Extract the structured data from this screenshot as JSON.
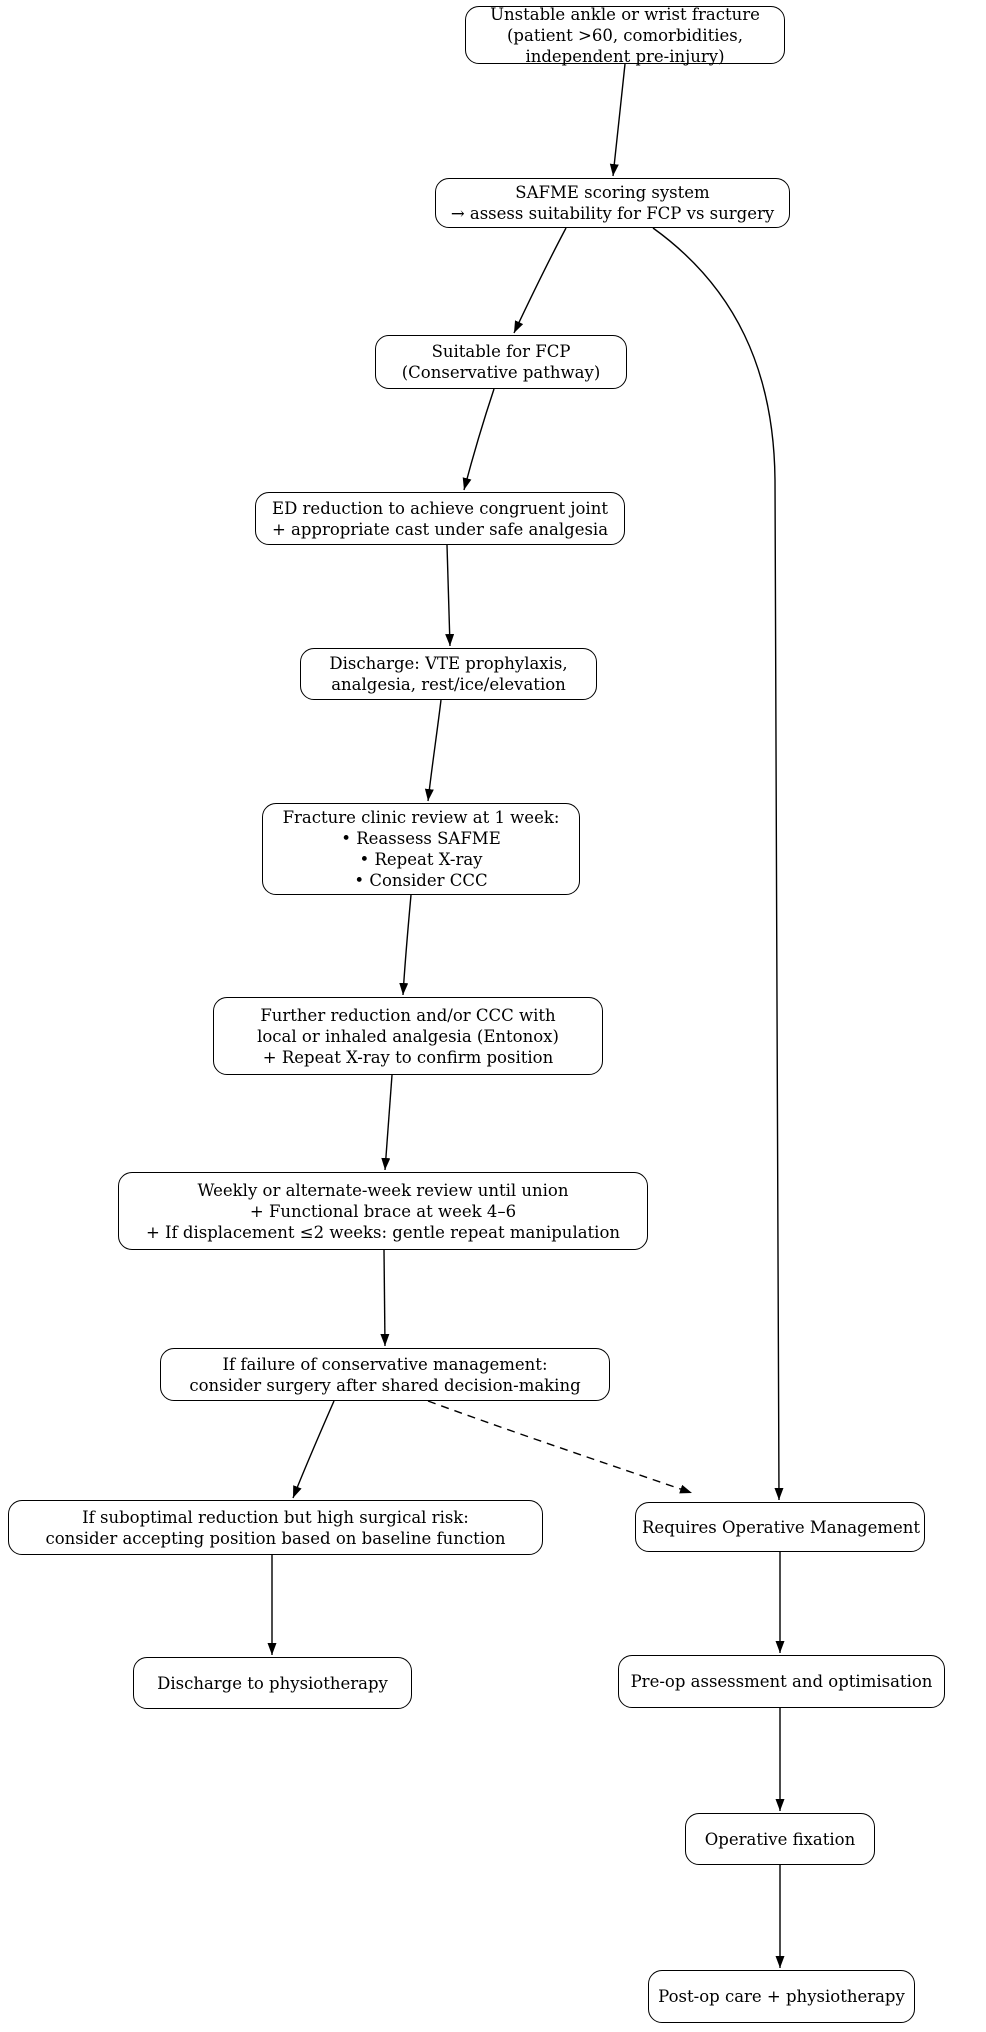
{
  "diagram": {
    "type": "flowchart",
    "colors": {
      "background": "#ffffff",
      "node_fill": "#ffffff",
      "node_border": "#000000",
      "edge": "#000000",
      "text": "#000000"
    },
    "nodes": [
      {
        "id": "start",
        "lines": [
          "Unstable ankle or wrist fracture",
          "(patient >60, comorbidities,",
          "independent pre-injury)"
        ]
      },
      {
        "id": "safme",
        "lines": [
          "SAFME scoring system",
          "→ assess suitability for FCP vs surgery"
        ]
      },
      {
        "id": "fcp",
        "lines": [
          "Suitable for FCP",
          "(Conservative pathway)"
        ]
      },
      {
        "id": "ed-reduction",
        "lines": [
          "ED reduction to achieve congruent joint",
          "+ appropriate cast under safe analgesia"
        ]
      },
      {
        "id": "discharge-vte",
        "lines": [
          "Discharge: VTE prophylaxis,",
          "analgesia, rest/ice/elevation"
        ]
      },
      {
        "id": "clinic-review",
        "lines": [
          "Fracture clinic review at 1 week:",
          "• Reassess SAFME",
          "• Repeat X-ray",
          "• Consider CCC"
        ]
      },
      {
        "id": "further-reduction",
        "lines": [
          "Further reduction and/or CCC with",
          "local or inhaled analgesia (Entonox)",
          "+ Repeat X-ray to confirm position"
        ]
      },
      {
        "id": "weekly-review",
        "lines": [
          "Weekly or alternate-week review until union",
          "+ Functional brace at week 4–6",
          "+ If displacement ≤2 weeks: gentle repeat manipulation"
        ]
      },
      {
        "id": "failure-conservative",
        "lines": [
          "If failure of conservative management:",
          "consider surgery after shared decision-making"
        ]
      },
      {
        "id": "suboptimal-accept",
        "lines": [
          "If suboptimal reduction but high surgical risk:",
          "consider accepting position based on baseline function"
        ]
      },
      {
        "id": "requires-operative",
        "lines": [
          "Requires Operative Management"
        ]
      },
      {
        "id": "discharge-physio",
        "lines": [
          "Discharge to physiotherapy"
        ]
      },
      {
        "id": "preop-assessment",
        "lines": [
          "Pre-op assessment and optimisation"
        ]
      },
      {
        "id": "operative-fixation",
        "lines": [
          "Operative fixation"
        ]
      },
      {
        "id": "postop-care",
        "lines": [
          "Post-op care + physiotherapy"
        ]
      }
    ],
    "edges": [
      {
        "from": "start",
        "to": "safme",
        "style": "solid"
      },
      {
        "from": "safme",
        "to": "fcp",
        "style": "solid"
      },
      {
        "from": "safme",
        "to": "requires-operative",
        "style": "solid"
      },
      {
        "from": "fcp",
        "to": "ed-reduction",
        "style": "solid"
      },
      {
        "from": "ed-reduction",
        "to": "discharge-vte",
        "style": "solid"
      },
      {
        "from": "discharge-vte",
        "to": "clinic-review",
        "style": "solid"
      },
      {
        "from": "clinic-review",
        "to": "further-reduction",
        "style": "solid"
      },
      {
        "from": "further-reduction",
        "to": "weekly-review",
        "style": "solid"
      },
      {
        "from": "weekly-review",
        "to": "failure-conservative",
        "style": "solid"
      },
      {
        "from": "failure-conservative",
        "to": "suboptimal-accept",
        "style": "solid"
      },
      {
        "from": "failure-conservative",
        "to": "requires-operative",
        "style": "dashed"
      },
      {
        "from": "suboptimal-accept",
        "to": "discharge-physio",
        "style": "solid"
      },
      {
        "from": "requires-operative",
        "to": "preop-assessment",
        "style": "solid"
      },
      {
        "from": "preop-assessment",
        "to": "operative-fixation",
        "style": "solid"
      },
      {
        "from": "operative-fixation",
        "to": "postop-care",
        "style": "solid"
      }
    ]
  }
}
